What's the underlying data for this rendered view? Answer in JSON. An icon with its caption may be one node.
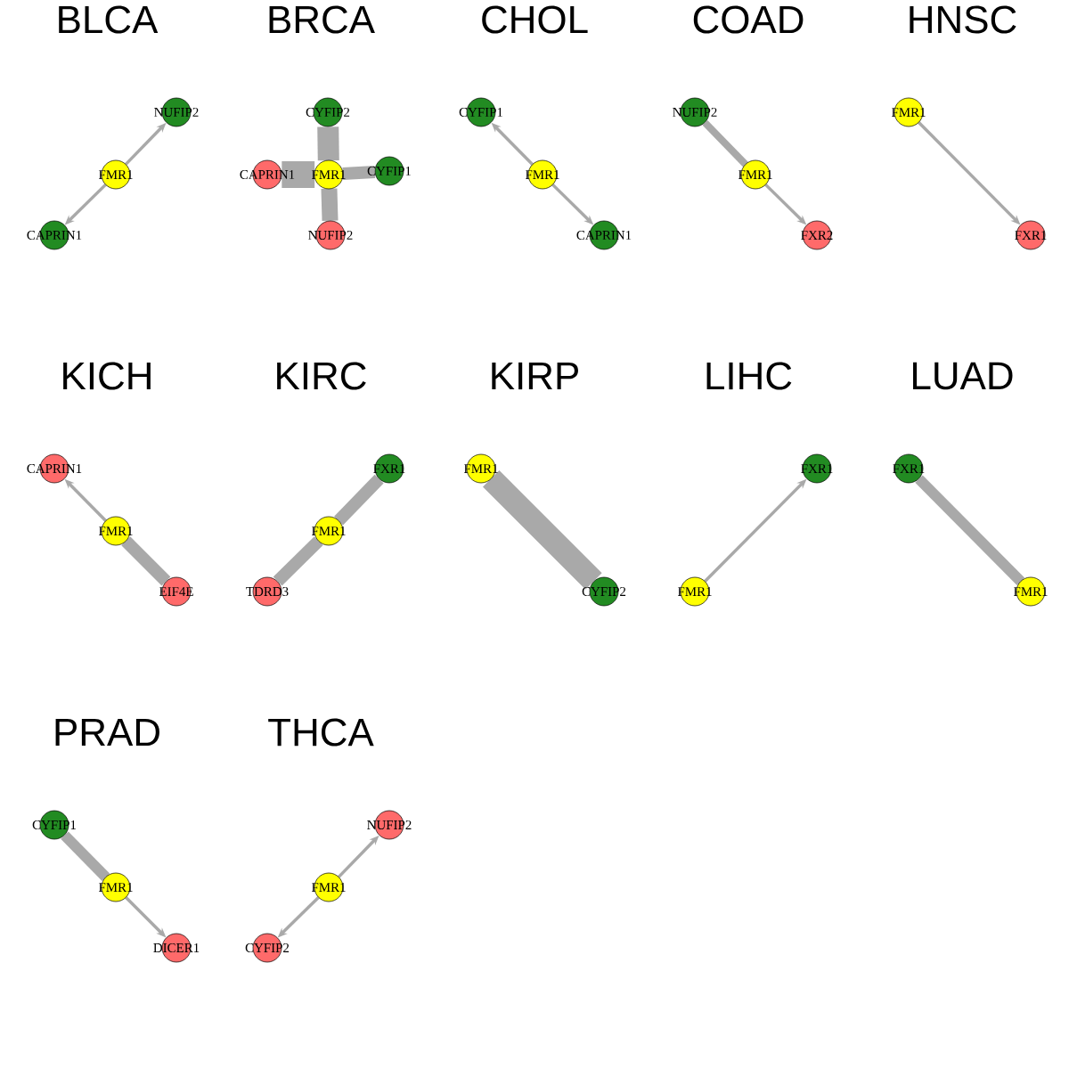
{
  "diagram": {
    "nodes": [
      {
        "text": [
          "NUFIP2"
        ]
      },
      {
        "text": [
          "FMR1"
        ]
      },
      {
        "text": [
          "CAPRIN1"
        ]
      },
      {
        "text": [
          "CYFIP2"
        ]
      },
      {
        "text": [
          "CAPRIN1"
        ]
      },
      {
        "text": [
          "FMR1"
        ]
      },
      {
        "text": [
          "CYFIP1"
        ]
      },
      {
        "text": [
          "NUFIP2"
        ]
      },
      {
        "text": [
          "CYFIP1"
        ]
      },
      {
        "text": [
          "FMR1"
        ]
      },
      {
        "text": [
          "CAPRIN1"
        ]
      },
      {
        "text": [
          "NUFIP2"
        ]
      },
      {
        "text": [
          "FMR1"
        ]
      },
      {
        "text": [
          "FXR2"
        ]
      },
      {
        "text": [
          "FMR1"
        ]
      },
      {
        "text": [
          "FXR1"
        ]
      },
      {
        "text": [
          "CAPRIN1"
        ]
      },
      {
        "text": [
          "FMR1"
        ]
      },
      {
        "text": [
          "EIF4E"
        ]
      },
      {
        "text": [
          "FXR1"
        ]
      },
      {
        "text": [
          "FMR1"
        ]
      },
      {
        "text": [
          "TDRD3"
        ]
      },
      {
        "text": [
          "FMR1"
        ]
      },
      {
        "text": [
          "CYFIP2"
        ]
      },
      {
        "text": [
          "FXR1"
        ]
      },
      {
        "text": [
          "FMR1"
        ]
      },
      {
        "text": [
          "FXR1"
        ]
      },
      {
        "text": [
          "FMR1"
        ]
      },
      {
        "text": [
          "CYFIP1"
        ]
      },
      {
        "text": [
          "FMR1"
        ]
      },
      {
        "text": [
          "DICER1"
        ]
      },
      {
        "text": [
          "NUFIP2"
        ]
      },
      {
        "text": [
          "FMR1"
        ]
      },
      {
        "text": [
          "CYFIP2"
        ]
      }
    ],
    "edges": [
      {
        "from": 1,
        "to": 0,
        "arrow": "to"
      },
      {
        "from": 1,
        "to": 2,
        "arrow": "to"
      },
      {
        "from": 5,
        "to": 3,
        "arrow": "none",
        "style": "thick"
      },
      {
        "from": 5,
        "to": 4,
        "arrow": "none",
        "style": "thick"
      },
      {
        "from": 5,
        "to": 6,
        "arrow": "none",
        "style": "thick"
      },
      {
        "from": 5,
        "to": 7,
        "arrow": "none",
        "style": "thick"
      },
      {
        "from": 9,
        "to": 8,
        "arrow": "to"
      },
      {
        "from": 9,
        "to": 10,
        "arrow": "to"
      },
      {
        "from": 12,
        "to": 11,
        "arrow": "none",
        "style": "thick"
      },
      {
        "from": 12,
        "to": 13,
        "arrow": "to"
      },
      {
        "from": 14,
        "to": 15,
        "arrow": "to"
      },
      {
        "from": 17,
        "to": 16,
        "arrow": "to"
      },
      {
        "from": 17,
        "to": 18,
        "arrow": "none",
        "style": "thick"
      },
      {
        "from": 20,
        "to": 19,
        "arrow": "none",
        "style": "thick"
      },
      {
        "from": 20,
        "to": 21,
        "arrow": "none",
        "style": "thick"
      },
      {
        "from": 22,
        "to": 23,
        "arrow": "none",
        "style": "thick"
      },
      {
        "from": 25,
        "to": 24,
        "arrow": "to"
      },
      {
        "from": 27,
        "to": 26,
        "arrow": "none",
        "style": "thick"
      },
      {
        "from": 29,
        "to": 28,
        "arrow": "none",
        "style": "thick"
      },
      {
        "from": 29,
        "to": 30,
        "arrow": "to"
      },
      {
        "from": 32,
        "to": 31,
        "arrow": "to"
      },
      {
        "from": 32,
        "to": 33,
        "arrow": "to"
      }
    ],
    "labels": [
      "BLCA",
      "BRCA",
      "CHOL",
      "COAD",
      "HNSC",
      "KICH",
      "KIRC",
      "KIRP",
      "LIHC",
      "LUAD",
      "PRAD",
      "THCA"
    ]
  }
}
